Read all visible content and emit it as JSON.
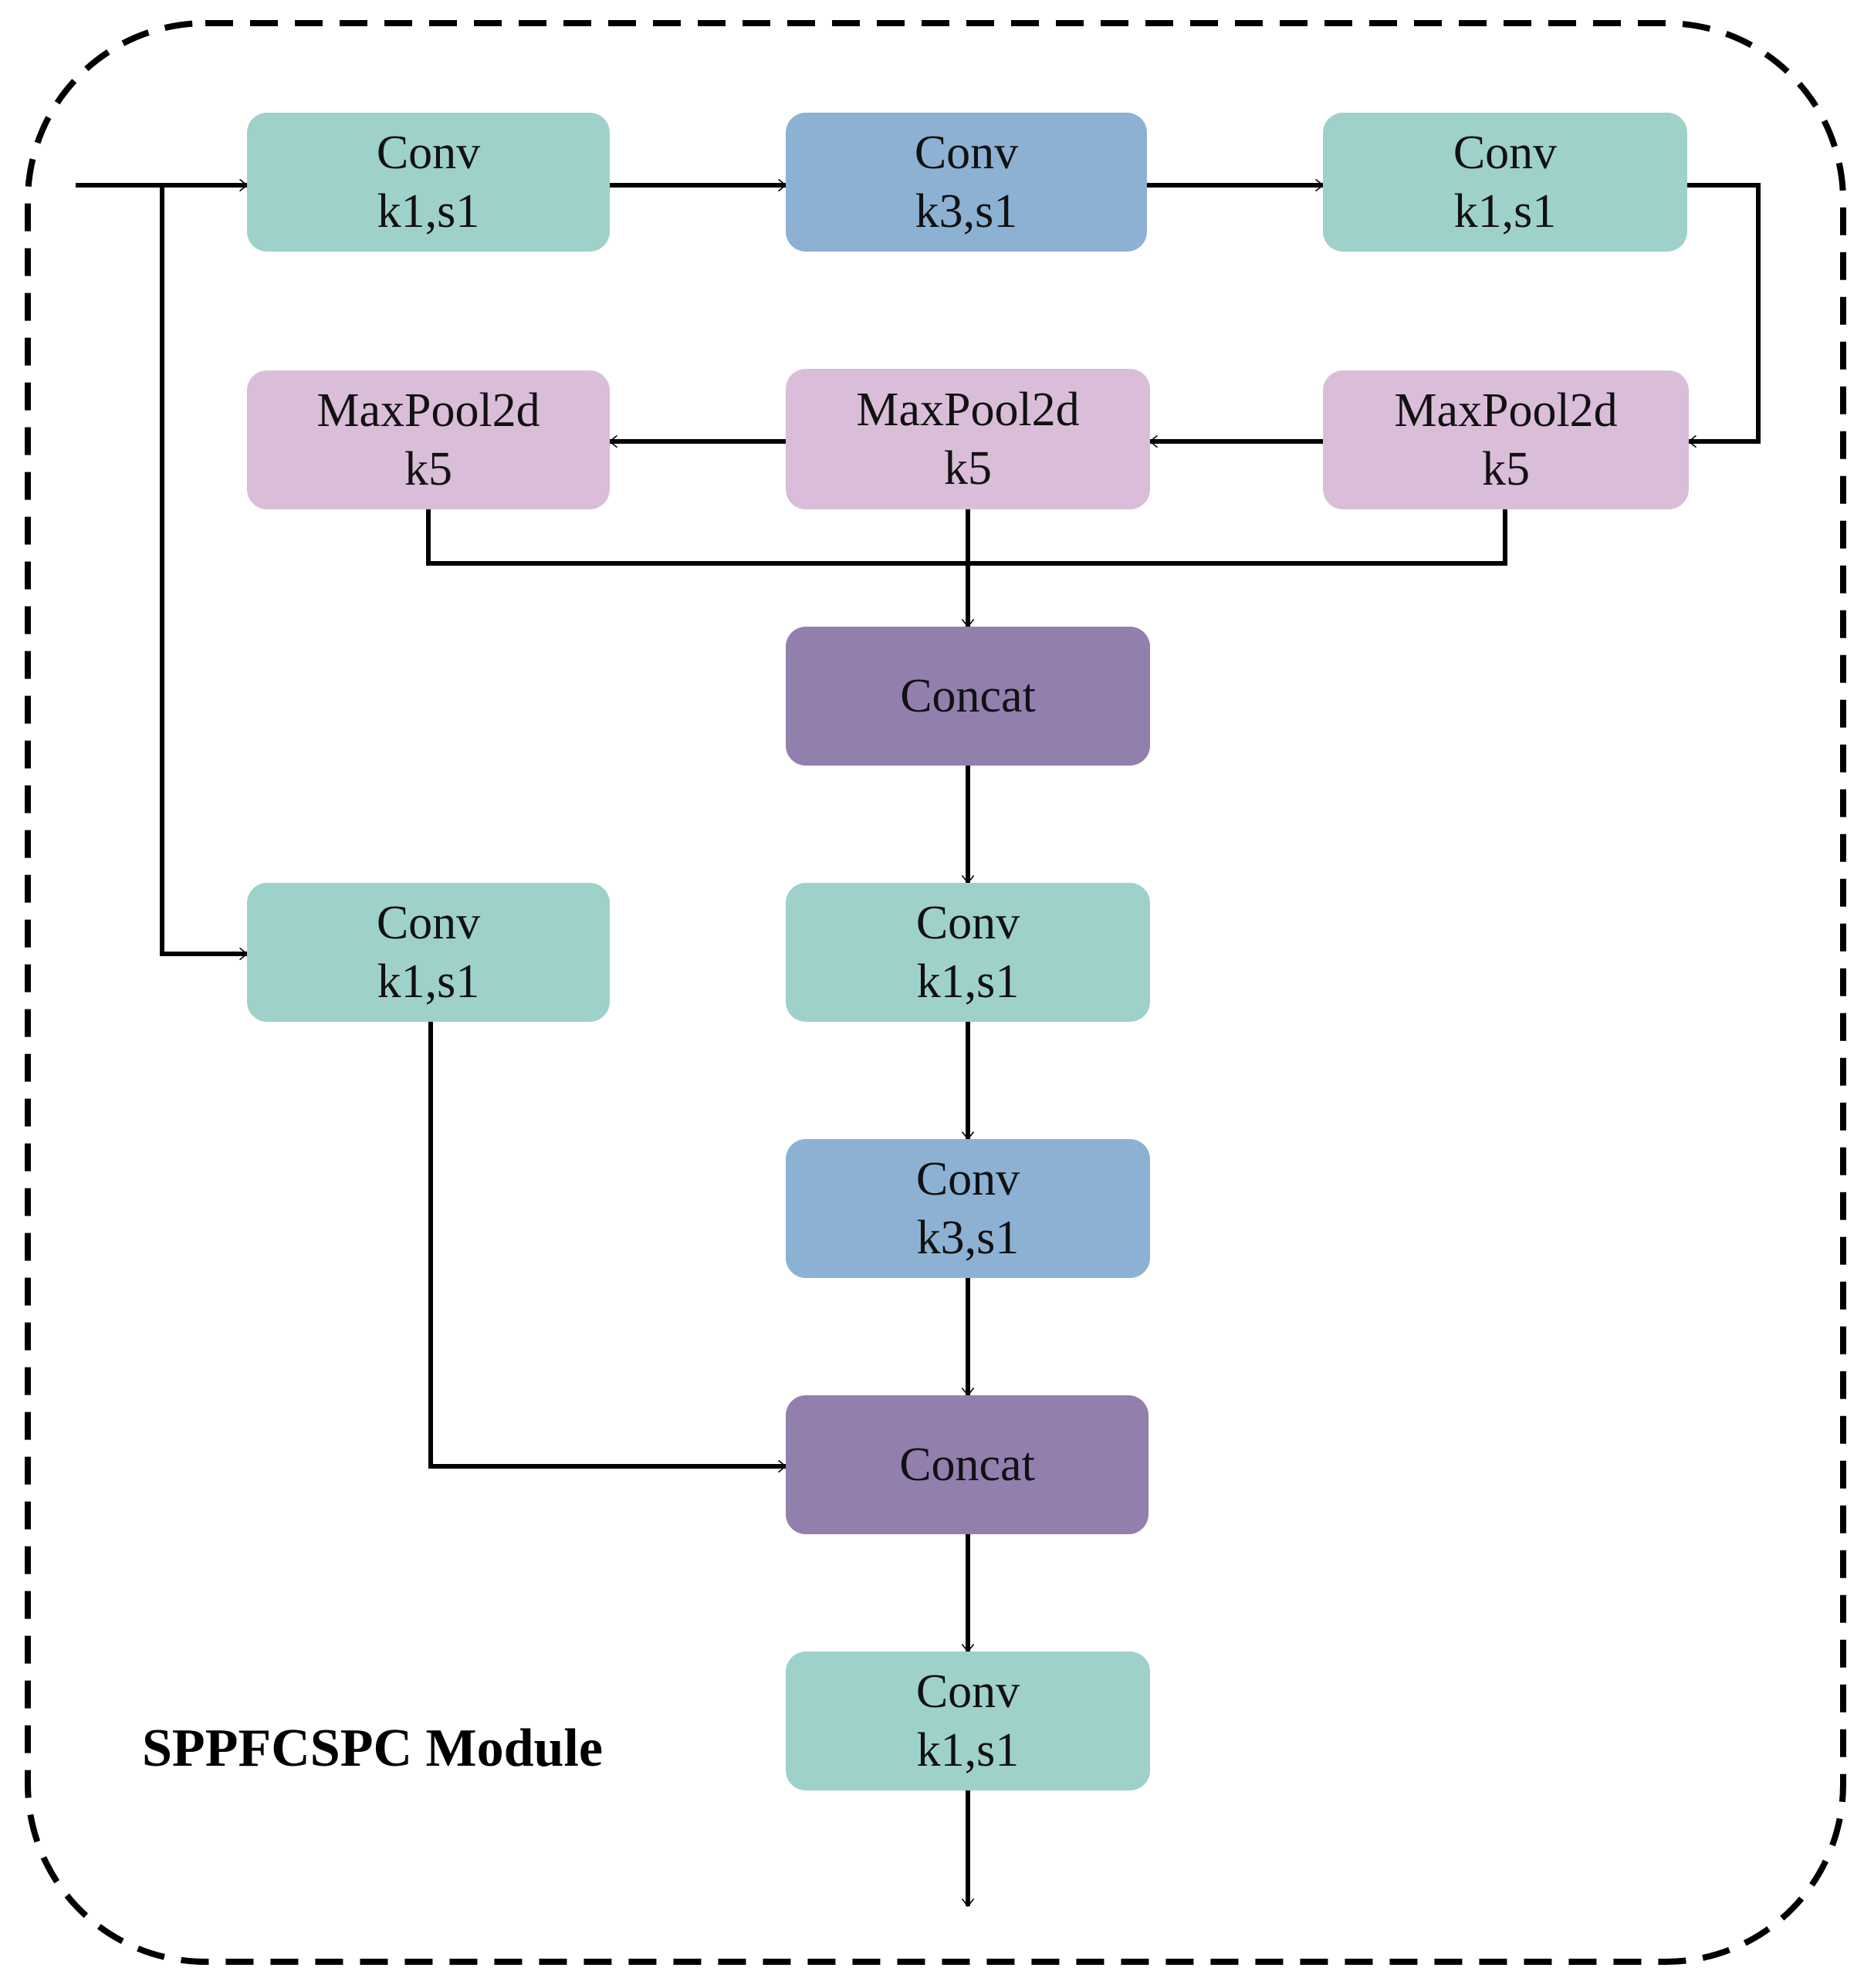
{
  "title": "SPPFCSPC Module",
  "colors": {
    "conv_k1": "#9ed1c9",
    "conv_k3": "#8cb1d3",
    "maxpool": "#dabdd8",
    "concat": "#927fae",
    "line": "#000000",
    "frame": "#000000"
  },
  "nodes": [
    {
      "id": "conv1",
      "kind": "conv_k1",
      "lines": [
        "Conv",
        "k1,s1"
      ]
    },
    {
      "id": "conv2",
      "kind": "conv_k3",
      "lines": [
        "Conv",
        "k3,s1"
      ]
    },
    {
      "id": "conv3",
      "kind": "conv_k1",
      "lines": [
        "Conv",
        "k1,s1"
      ]
    },
    {
      "id": "mp1",
      "kind": "maxpool",
      "lines": [
        "MaxPool2d",
        "k5"
      ]
    },
    {
      "id": "mp2",
      "kind": "maxpool",
      "lines": [
        "MaxPool2d",
        "k5"
      ]
    },
    {
      "id": "mp3",
      "kind": "maxpool",
      "lines": [
        "MaxPool2d",
        "k5"
      ]
    },
    {
      "id": "concat1",
      "kind": "concat",
      "lines": [
        "Concat"
      ]
    },
    {
      "id": "conv_side",
      "kind": "conv_k1",
      "lines": [
        "Conv",
        "k1,s1"
      ]
    },
    {
      "id": "conv4",
      "kind": "conv_k1",
      "lines": [
        "Conv",
        "k1,s1"
      ]
    },
    {
      "id": "conv5",
      "kind": "conv_k3",
      "lines": [
        "Conv",
        "k3,s1"
      ]
    },
    {
      "id": "concat2",
      "kind": "concat",
      "lines": [
        "Concat"
      ]
    },
    {
      "id": "conv6",
      "kind": "conv_k1",
      "lines": [
        "Conv",
        "k1,s1"
      ]
    }
  ],
  "edges": [
    {
      "from": "input",
      "to": "conv1"
    },
    {
      "from": "input",
      "to": "conv_side"
    },
    {
      "from": "conv1",
      "to": "conv2"
    },
    {
      "from": "conv2",
      "to": "conv3"
    },
    {
      "from": "conv3",
      "to": "mp3"
    },
    {
      "from": "mp3",
      "to": "mp2"
    },
    {
      "from": "mp2",
      "to": "mp1"
    },
    {
      "from": "mp1",
      "to": "concat1"
    },
    {
      "from": "mp2",
      "to": "concat1"
    },
    {
      "from": "mp3",
      "to": "concat1"
    },
    {
      "from": "concat1",
      "to": "conv4"
    },
    {
      "from": "conv4",
      "to": "conv5"
    },
    {
      "from": "conv5",
      "to": "concat2"
    },
    {
      "from": "conv_side",
      "to": "concat2"
    },
    {
      "from": "concat2",
      "to": "conv6"
    },
    {
      "from": "conv6",
      "to": "output"
    }
  ]
}
